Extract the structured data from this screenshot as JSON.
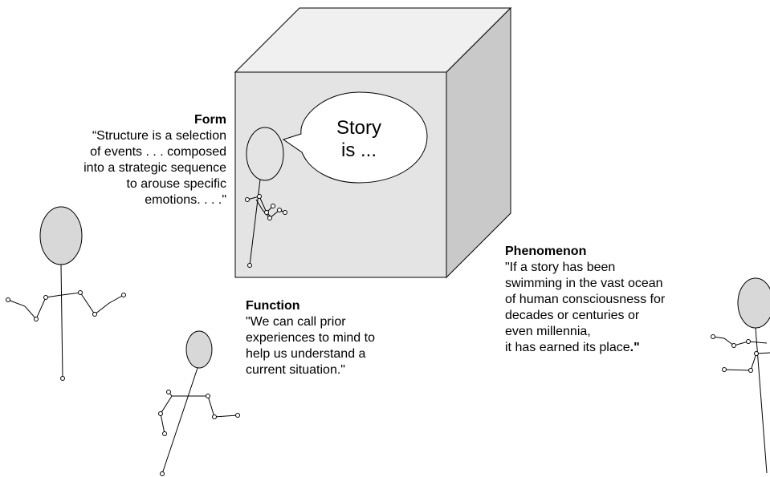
{
  "cube": {
    "front_color": "#e4e4e4",
    "top_color": "#f0f0f0",
    "side_color": "#c9c9c9"
  },
  "bubble": {
    "line1": "Story",
    "line2": "is ..."
  },
  "form": {
    "title": "Form",
    "lines": [
      "“Structure is a selection",
      "of events . . . composed",
      "into a strategic sequence",
      "to arouse specific",
      "emotions. . . .\""
    ]
  },
  "function": {
    "title": "Function",
    "lines": [
      "\"We can call prior",
      "experiences to mind to",
      "help us understand a",
      "current situation.\""
    ]
  },
  "phenomenon": {
    "title": "Phenomenon",
    "lines": [
      "\"If a story has been",
      "swimming in the vast ocean",
      "of human consciousness for",
      "decades or centuries or",
      "even millennia,",
      "it has earned its place"
    ],
    "closing_quote": ".\""
  },
  "colors": {
    "figure_fill": "#d8d8d8",
    "stroke": "#000000"
  }
}
